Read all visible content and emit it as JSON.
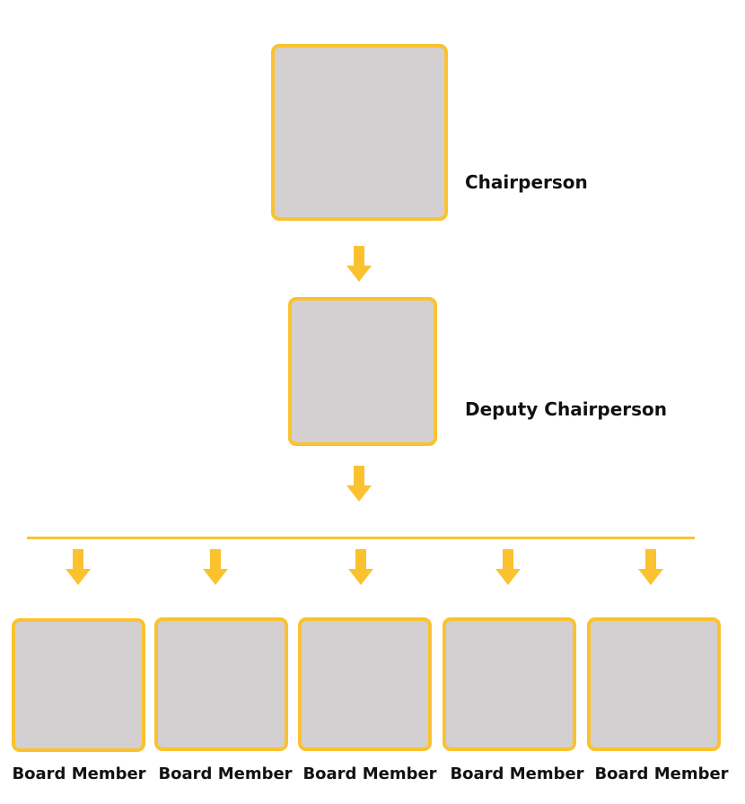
{
  "colors": {
    "accent": "#fbc22f",
    "box_fill": "#d4d0d1",
    "text": "#111111"
  },
  "chairperson": {
    "label": "Chairperson"
  },
  "deputy": {
    "label": "Deputy Chairperson"
  },
  "members": [
    {
      "label": "Board Member"
    },
    {
      "label": "Board Member"
    },
    {
      "label": "Board Member"
    },
    {
      "label": "Board Member"
    },
    {
      "label": "Board Member"
    }
  ]
}
